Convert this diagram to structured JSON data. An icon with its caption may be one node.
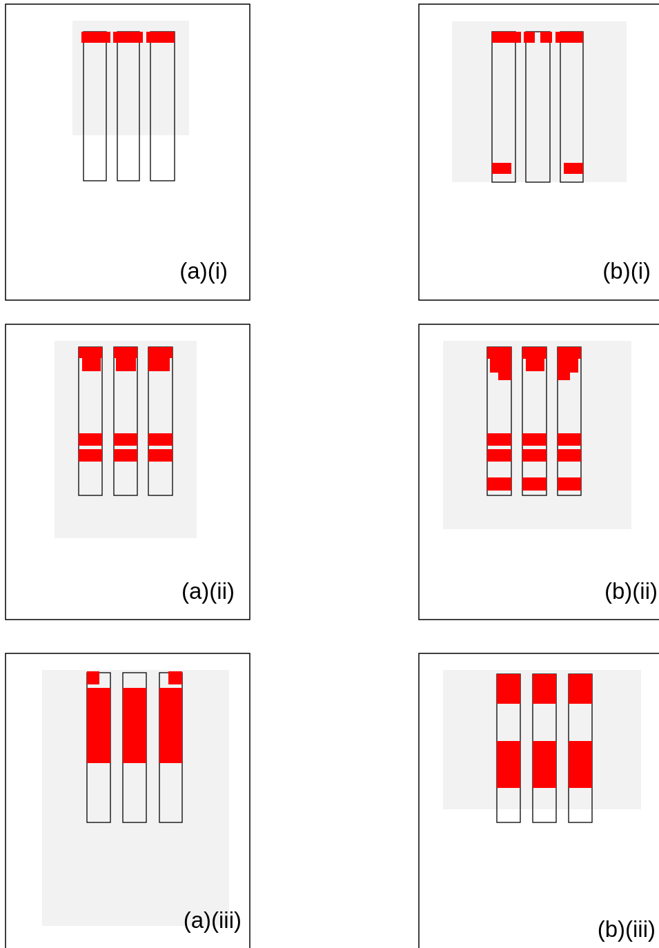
{
  "diagram": {
    "labels": [
      "(a)(i)",
      "(b)(i)",
      "(a)(ii)",
      "(b)(ii)",
      "(a)(iii)",
      "(b)(iii)"
    ]
  }
}
